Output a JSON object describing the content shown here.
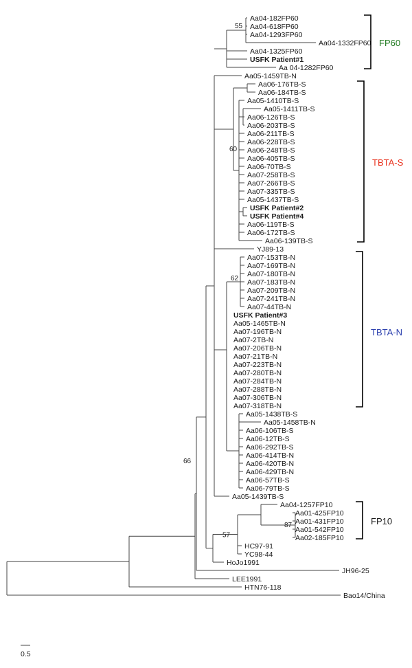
{
  "colors": {
    "FP60": "#1f7a1f",
    "TBTA-S": "#e8321e",
    "TBTA-N": "#2b3fae",
    "FP10": "#1a1a1a",
    "tree_lines": "#444444",
    "labels": "#1a1a1a"
  },
  "groups": [
    {
      "key": "FP60",
      "label": "FP60",
      "color": "#1f7a1f"
    },
    {
      "key": "TBTA-S",
      "label": "TBTA-S",
      "color": "#e8321e"
    },
    {
      "key": "TBTA-N",
      "label": "TBTA-N",
      "color": "#2b3fae"
    },
    {
      "key": "FP10",
      "label": "FP10",
      "color": "#1a1a1a"
    }
  ],
  "highlighted_taxa": [
    {
      "label": "USFK Patient#1",
      "color": "#1f7a1f"
    },
    {
      "label": "USFK Patient#2",
      "color": "#e8321e"
    },
    {
      "label": "USFK Patient#4",
      "color": "#e8321e"
    },
    {
      "label": "USFK Patient#3",
      "color": "#2b3fae"
    }
  ],
  "taxa": [
    "Aa04-182FP60",
    "Aa04-618FP60",
    "Aa04-1293FP60",
    "Aa04-1332FP60",
    "Aa04-1325FP60",
    "USFK Patient#1",
    "Aa 04-1282FP60",
    "Aa05-1459TB-N",
    "Aa06-176TB-S",
    "Aa06-184TB-S",
    "Aa05-1410TB-S",
    "Aa05-1411TB-S",
    "Aa06-126TB-S",
    "Aa06-203TB-S",
    "Aa06-211TB-S",
    "Aa06-228TB-S",
    "Aa06-248TB-S",
    "Aa06-405TB-S",
    "Aa06-70TB-S",
    "Aa07-258TB-S",
    "Aa07-266TB-S",
    "Aa07-335TB-S",
    "Aa05-1437TB-S",
    "USFK Patient#2",
    "USFK Patient#4",
    "Aa06-119TB-S",
    "Aa06-172TB-S",
    "Aa06-139TB-S",
    "YJ89-13",
    "Aa07-153TB-N",
    "Aa07-169TB-N",
    "Aa07-180TB-N",
    "Aa07-183TB-N",
    "Aa07-209TB-N",
    "Aa07-241TB-N",
    "Aa07-44TB-N",
    "USFK Patient#3",
    "Aa05-1465TB-N",
    "Aa07-196TB-N",
    "Aa07-2TB-N",
    "Aa07-206TB-N",
    "Aa07-21TB-N",
    "Aa07-223TB-N",
    "Aa07-280TB-N",
    "Aa07-284TB-N",
    "Aa07-288TB-N",
    "Aa07-306TB-N",
    "Aa07-318TB-N",
    "Aa05-1438TB-S",
    "Aa05-1458TB-N",
    "Aa06-106TB-S",
    "Aa06-12TB-S",
    "Aa06-292TB-S",
    "Aa06-414TB-N",
    "Aa06-420TB-N",
    "Aa06-429TB-N",
    "Aa06-57TB-S",
    "Aa06-79TB-S",
    "Aa05-1439TB-S",
    "Aa04-1257FP10",
    "Aa01-425FP10",
    "Aa01-431FP10",
    "Aa01-542FP10",
    "Aa02-185FP10",
    "HC97-91",
    "YC98-44",
    "HoJo1991",
    "JH96-25",
    "LEE1991",
    "HTN76-118",
    "Bao14/China"
  ],
  "bootstrap": [
    "55",
    "60",
    "62",
    "66",
    "57",
    "87"
  ],
  "scale_bar": {
    "label": "0.5"
  }
}
